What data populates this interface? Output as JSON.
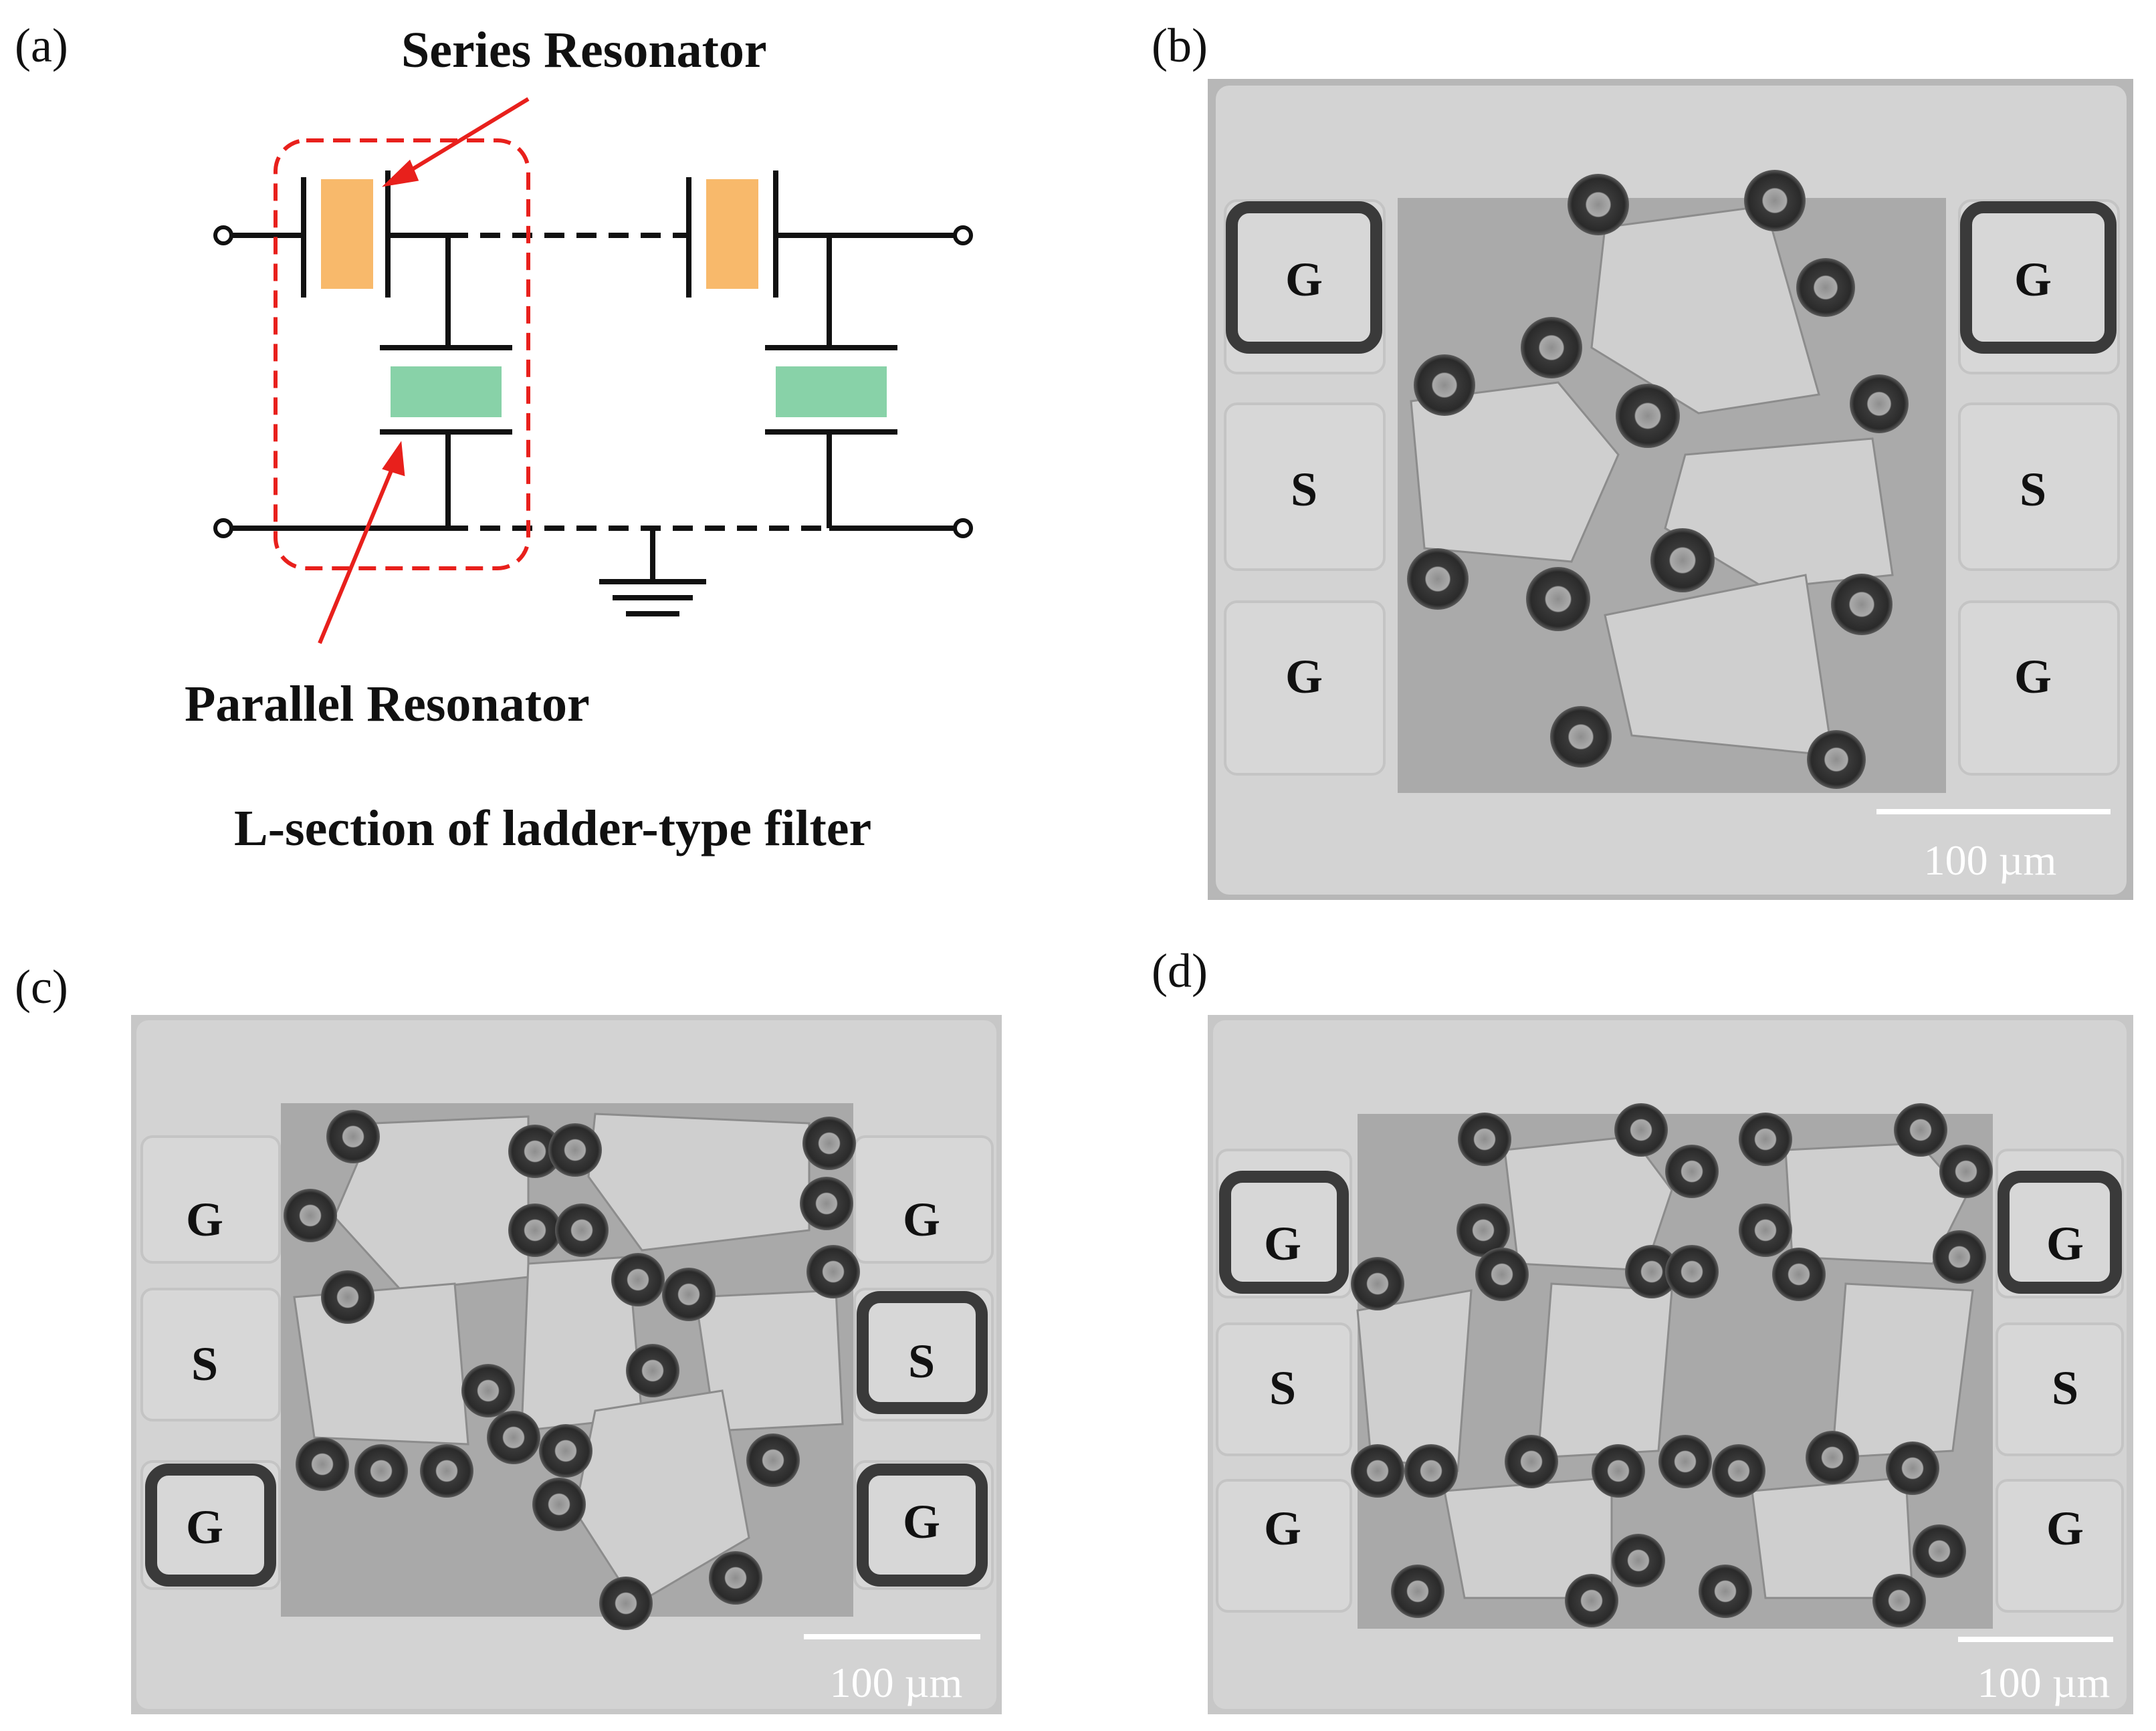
{
  "panel_a": {
    "label": "(a)",
    "series_label": "Series Resonator",
    "parallel_label": "Parallel Resonator",
    "caption": "L-section of ladder-type filter",
    "colors": {
      "series_body": "#F8B96B",
      "parallel_body": "#88D2A8",
      "highlight": "#E8201C",
      "wire": "#111111"
    }
  },
  "panel_b": {
    "label": "(b)",
    "pads": {
      "top_left": "G",
      "mid_left": "S",
      "bottom_left": "G",
      "top_right": "G",
      "mid_right": "S",
      "bottom_right": "G"
    },
    "scalebar": "100 µm"
  },
  "panel_c": {
    "label": "(c)",
    "pads": {
      "top_left": "G",
      "mid_left": "S",
      "bottom_left": "G",
      "top_right": "G",
      "mid_right": "S",
      "bottom_right": "G"
    },
    "scalebar": "100 µm"
  },
  "panel_d": {
    "label": "(d)",
    "pads": {
      "top_left": "G",
      "mid_left": "S",
      "bottom_left": "G",
      "top_right": "G",
      "mid_right": "S",
      "bottom_right": "G"
    },
    "scalebar": "100 µm"
  }
}
